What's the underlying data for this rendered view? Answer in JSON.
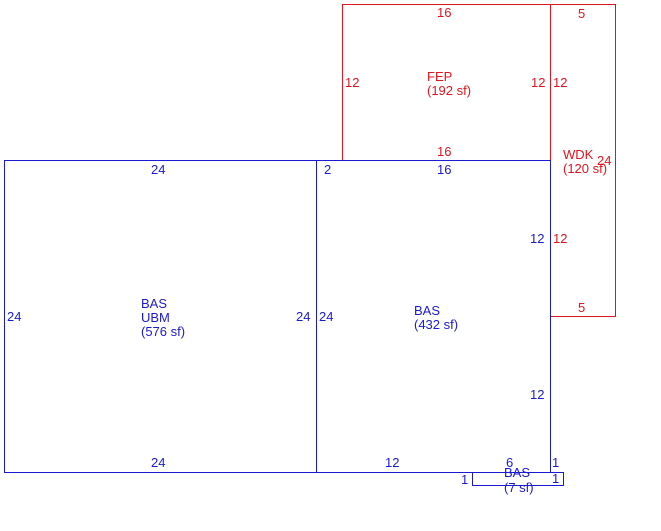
{
  "colors": {
    "blue": "#1a1ad0",
    "red": "#e0141e",
    "background": "#ffffff"
  },
  "areas": {
    "fep": {
      "code": "FEP",
      "area": "(192 sf)"
    },
    "wdk": {
      "code": "WDK",
      "area": "(120 sf)"
    },
    "bas_ubm": {
      "code": "BAS",
      "code2": "UBM",
      "area": "(576 sf)"
    },
    "bas_main": {
      "code": "BAS",
      "area": "(432 sf)"
    },
    "bas_small": {
      "code": "BAS",
      "area": "(7 sf)"
    }
  },
  "dimensions": {
    "fep_top": "16",
    "fep_left": "12",
    "fep_right": "12",
    "fep_bottom": "16",
    "wdk_top": "5",
    "wdk_left_top": "12",
    "wdk_left_bottom": "12",
    "wdk_right": "24",
    "wdk_bottom": "5",
    "ubm_top": "24",
    "ubm_left": "24",
    "ubm_right": "24",
    "ubm_bottom": "24",
    "bas_top_left": "2",
    "bas_top": "16",
    "bas_right_upper": "12",
    "bas_left": "24",
    "bas_right_lower": "12",
    "bas_bottom": "12",
    "bas_bottom_small": "6",
    "bas_corner_right": "1",
    "small_left": "1",
    "small_right": "1"
  }
}
